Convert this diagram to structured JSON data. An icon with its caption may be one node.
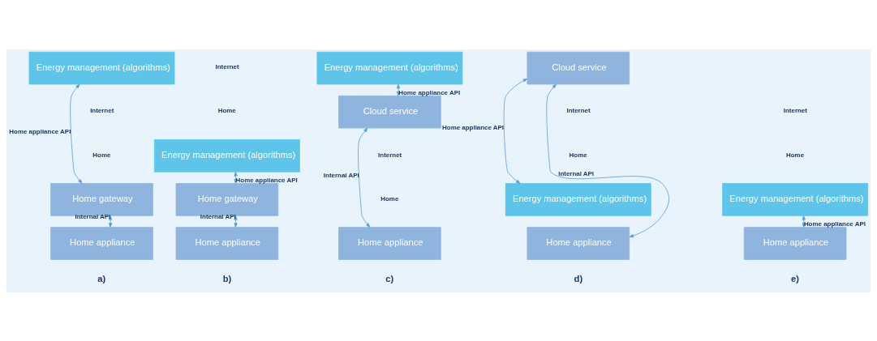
{
  "diagram": {
    "nodes": [
      {
        "text": [
          "Energy management (algorithms)"
        ]
      },
      {
        "text": [
          "Home gateway"
        ]
      },
      {
        "text": [
          "Home appliance"
        ]
      },
      {
        "text": [
          "Energy management (algorithms)"
        ]
      },
      {
        "text": [
          "Home gateway"
        ]
      },
      {
        "text": [
          "Home appliance"
        ]
      },
      {
        "text": [
          "Energy management (algorithms)"
        ]
      },
      {
        "text": [
          "Cloud service"
        ]
      },
      {
        "text": [
          "Home appliance"
        ]
      },
      {
        "text": [
          "Cloud service"
        ]
      },
      {
        "text": [
          "Energy management (algorithms)"
        ]
      },
      {
        "text": [
          "Home appliance"
        ]
      },
      {
        "text": [
          "Energy management (algorithms)"
        ]
      },
      {
        "text": [
          "Home appliance"
        ]
      }
    ],
    "edges": [
      {
        "from": 0,
        "to": 1,
        "arrow": "both",
        "label": "Home appliance API"
      },
      {
        "from": 1,
        "to": 2,
        "arrow": "both",
        "label": "Internal API"
      },
      {
        "from": 3,
        "to": 4,
        "arrow": "both",
        "label": "Home appliance API"
      },
      {
        "from": 4,
        "to": 5,
        "arrow": "both",
        "label": "Internal API"
      },
      {
        "from": 6,
        "to": 7,
        "arrow": "both",
        "label": "Home appliance API"
      },
      {
        "from": 7,
        "to": 8,
        "arrow": "both",
        "label": "Internal API"
      },
      {
        "from": 9,
        "to": 10,
        "arrow": "both",
        "label": "Home appliance API"
      },
      {
        "from": 9,
        "to": 11,
        "arrow": "both",
        "label": "Internal API"
      },
      {
        "from": 12,
        "to": 13,
        "arrow": "both",
        "label": "Home appliance API"
      }
    ],
    "labels": [
      "Internet",
      "Home",
      "Internet",
      "Home",
      "Internet",
      "Home",
      "Internet",
      "Home",
      "Internet",
      "Home",
      "a)",
      "b)",
      "c)",
      "d)",
      "e)"
    ]
  }
}
